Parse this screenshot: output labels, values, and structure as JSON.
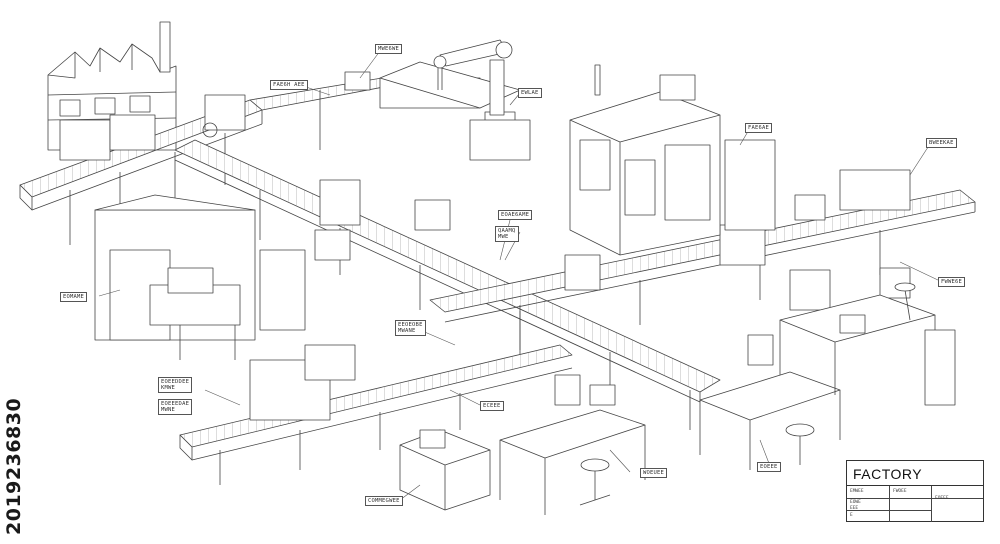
{
  "labels": {
    "l1": "MWE6WE",
    "l2": "FAE6H AEE",
    "l3": "EWLAE",
    "l4": "FAE6AE",
    "l5": "BWEEKAE",
    "l6": "FWWE6E",
    "l7": "QAAMQ\nMWE",
    "l8": "EOMAME",
    "l9": "EOAE6AME",
    "l10": "EEOEOBE\nMWANE",
    "l11": "EOEEDDEE\nKMWE",
    "l12": "EOEEEDAE\nMWNE",
    "l13": "ECEEE",
    "l14": "WOEUEE",
    "l15": "EOEEE",
    "l16": "COMMEGWEE"
  },
  "watermark": "2019236830",
  "title_block": {
    "title": "FACTORY",
    "cells": [
      "EMWEE",
      "FWOEE",
      "EOWE",
      "EEE",
      "EOEEE",
      "E"
    ]
  }
}
